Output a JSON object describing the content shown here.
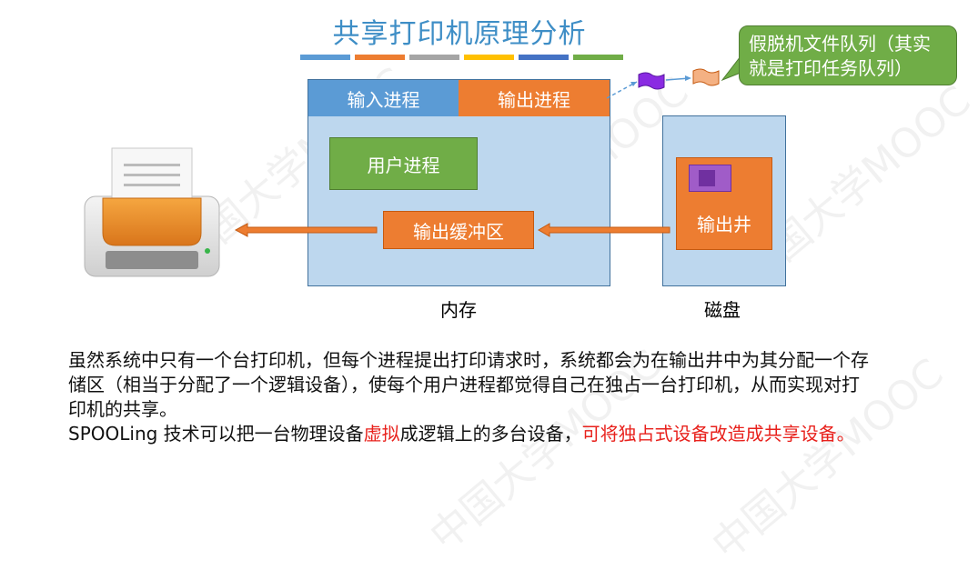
{
  "title": "共享打印机原理分析",
  "title_bar_colors": [
    "#5b9bd5",
    "#ed7d31",
    "#a5a5a5",
    "#ffc000",
    "#4472c4",
    "#70ad47"
  ],
  "memory": {
    "input_process": "输入进程",
    "output_process": "输出进程",
    "user_process": "用户进程",
    "output_buffer": "输出缓冲区",
    "label": "内存"
  },
  "disk": {
    "output_well": "输出井",
    "label": "磁盘"
  },
  "callout": "假脱机文件队列（其实就是打印任务队列）",
  "paragraph": {
    "line1": "虽然系统中只有一个台打印机，但每个进程提出打印请求时，系统都会为在输出井中为其分配一个存储区（相当于分配了一个逻辑设备），使每个用户进程都觉得自己在独占一台打印机，从而实现对打印机的共享。",
    "line2_a": "SPOOLing 技术可以把一台物理设备",
    "line2_virtual": "虚拟",
    "line2_b": "成逻辑上的多台设备，",
    "line2_red": "可将独占式设备改造成共享设备。"
  },
  "watermark": "中国大学MOOC",
  "icons": {
    "printer": "printer-icon",
    "queue_items": [
      "queue-item-purple",
      "queue-item-peach"
    ]
  },
  "colors": {
    "title": "#3e8ec6",
    "memory_panel": "#bdd7ee",
    "orange": "#ed7d31",
    "green": "#70ad47",
    "red_text": "#e8211c",
    "purple": "#7030a0"
  }
}
